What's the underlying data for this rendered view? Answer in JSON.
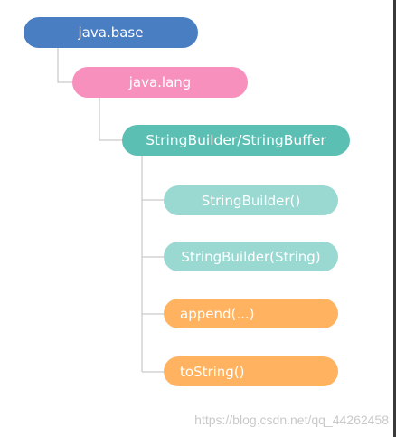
{
  "nodes": {
    "root": "java.base",
    "lang": "java.lang",
    "sb": "StringBuilder/StringBuffer",
    "ctor_default": "StringBuilder()",
    "ctor_string": "StringBuilder(String)",
    "append": "append(...)",
    "tostring": "toString()"
  },
  "colors": {
    "root": "#4a7ec3",
    "lang": "#f890bd",
    "sb": "#5cbfb3",
    "constructors": "#9ad8d2",
    "methods": "#ffb25f",
    "connector": "#c9c9c9"
  },
  "watermark": "https://blog.csdn.net/qq_44262458"
}
